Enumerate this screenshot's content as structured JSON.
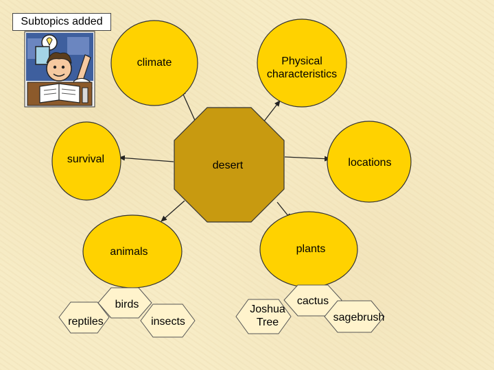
{
  "title": "Subtopics added",
  "colors": {
    "background": "#f7ecc6",
    "circle_fill": "#ffd200",
    "center_fill": "#c89a10",
    "hexagon_fill": "#fff3cc",
    "outline": "#333333"
  },
  "center": {
    "label": "desert"
  },
  "topics": {
    "climate": "climate",
    "physical": "Physical characteristics",
    "survival": "survival",
    "locations": "locations",
    "animals": "animals",
    "plants": "plants"
  },
  "subtopics": {
    "reptiles": "reptiles",
    "birds": "birds",
    "insects": "insects",
    "joshua_tree": "Joshua Tree",
    "cactus": "cactus",
    "sagebrush": "sagebrush"
  },
  "clipart": {
    "description_icon": "student-idea-icon"
  }
}
